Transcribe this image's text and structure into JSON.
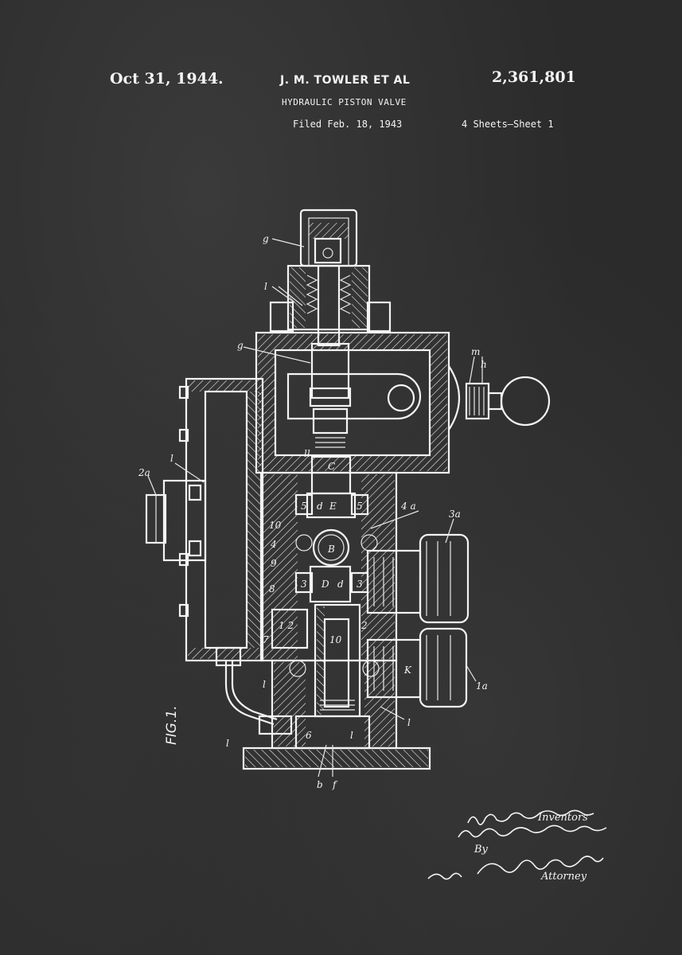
{
  "header": {
    "date": "Oct 31, 1944.",
    "inventor": "J. M. TOWLER ET AL",
    "patent_number": "2,361,801",
    "title": "HYDRAULIC PISTON VALVE",
    "filed": "Filed Feb. 18, 1943",
    "sheets": "4 Sheets–Sheet 1"
  },
  "figure": {
    "label": "FIG.1.",
    "parts": {
      "g_top": "g",
      "l_top": "l",
      "g_mid": "g",
      "m": "m",
      "h": "h",
      "l_frame": "l",
      "2a": "2a",
      "ll": "ll",
      "5l": "5",
      "5r": "5",
      "E": "E",
      "d": "d",
      "C": "C",
      "10": "10",
      "4": "4",
      "4a": "4 a",
      "B": "B",
      "9": "9",
      "3a": "3a",
      "3l": "3",
      "3r": "3",
      "D": "D",
      "d2": "d",
      "8": "8",
      "12": "1 2",
      "2": "2",
      "7": "7",
      "10b": "10",
      "K": "K",
      "1a": "1a",
      "l_lower": "l",
      "l_right": "l",
      "6": "6",
      "l_bot": "l",
      "b": "b",
      "f": "f",
      "l_pipe": "l"
    }
  },
  "signatures": {
    "inventors_label": "Inventors",
    "by_label": "By",
    "attorney_label": "Attorney"
  }
}
